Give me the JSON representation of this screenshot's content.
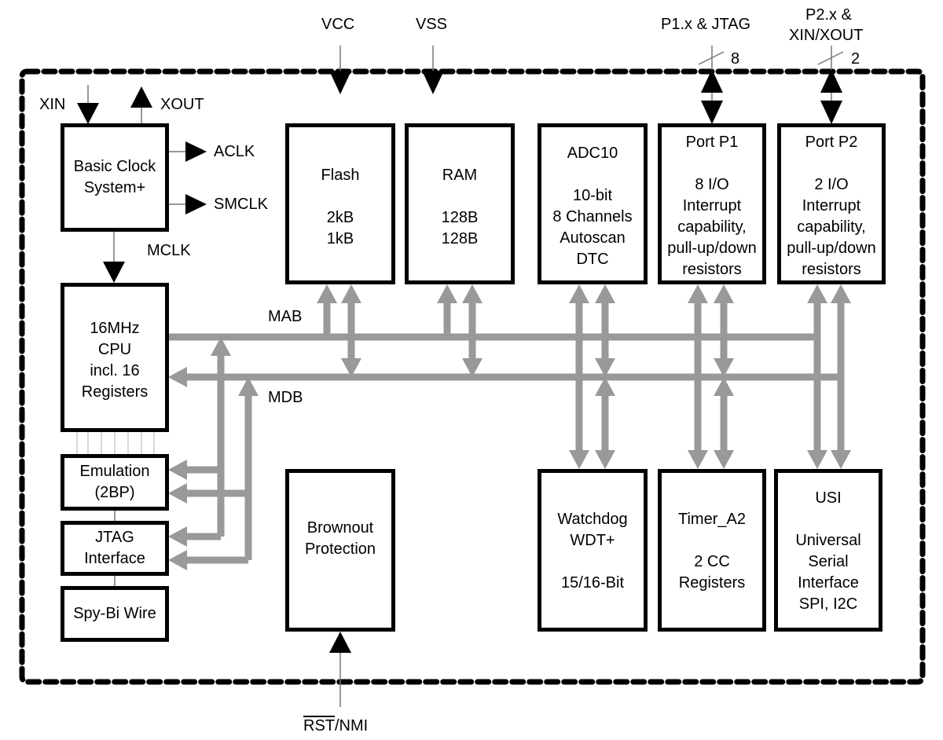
{
  "title": "MSP430 functional block diagram",
  "colors": {
    "block_border": "#000000",
    "bus": "#999999",
    "boundary": "#000000"
  },
  "external_signals": {
    "vcc": "VCC",
    "vss": "VSS",
    "p1": "P1.x & JTAG",
    "p1_width": "8",
    "p2_line1": "P2.x &",
    "p2_line2": "XIN/XOUT",
    "p2_width": "2",
    "xin": "XIN",
    "xout": "XOUT",
    "aclk": "ACLK",
    "smclk": "SMCLK",
    "mclk": "MCLK",
    "rst": "RST",
    "nmi": "/NMI"
  },
  "buses": {
    "mab": "MAB",
    "mdb": "MDB"
  },
  "blocks": {
    "clock": {
      "lines": [
        "Basic Clock",
        "System+"
      ]
    },
    "cpu": {
      "lines": [
        "16MHz",
        "CPU",
        "incl. 16",
        "Registers"
      ]
    },
    "emulation": {
      "lines": [
        "Emulation",
        "(2BP)"
      ]
    },
    "jtag": {
      "lines": [
        "JTAG",
        "Interface"
      ]
    },
    "spybi": {
      "lines": [
        "Spy-Bi Wire"
      ]
    },
    "flash": {
      "title": "Flash",
      "lines": [
        "2kB",
        "1kB"
      ]
    },
    "ram": {
      "title": "RAM",
      "lines": [
        "128B",
        "128B"
      ]
    },
    "adc": {
      "title": "ADC10",
      "lines": [
        "10-bit",
        "8 Channels",
        "Autoscan",
        "DTC"
      ]
    },
    "port1": {
      "title": "Port P1",
      "lines": [
        "8 I/O",
        "Interrupt",
        "capability,",
        "pull-up/down",
        "resistors"
      ]
    },
    "port2": {
      "title": "Port P2",
      "lines": [
        "2 I/O",
        "Interrupt",
        "capability,",
        "pull-up/down",
        "resistors"
      ]
    },
    "brownout": {
      "lines": [
        "Brownout",
        "Protection"
      ]
    },
    "watchdog": {
      "lines": [
        "Watchdog",
        "WDT+"
      ],
      "sub": "15/16-Bit"
    },
    "timer": {
      "title": "Timer_A2",
      "lines": [
        "2 CC",
        "Registers"
      ]
    },
    "usi": {
      "title": "USI",
      "lines": [
        "Universal",
        "Serial",
        "Interface",
        "SPI, I2C"
      ]
    }
  }
}
